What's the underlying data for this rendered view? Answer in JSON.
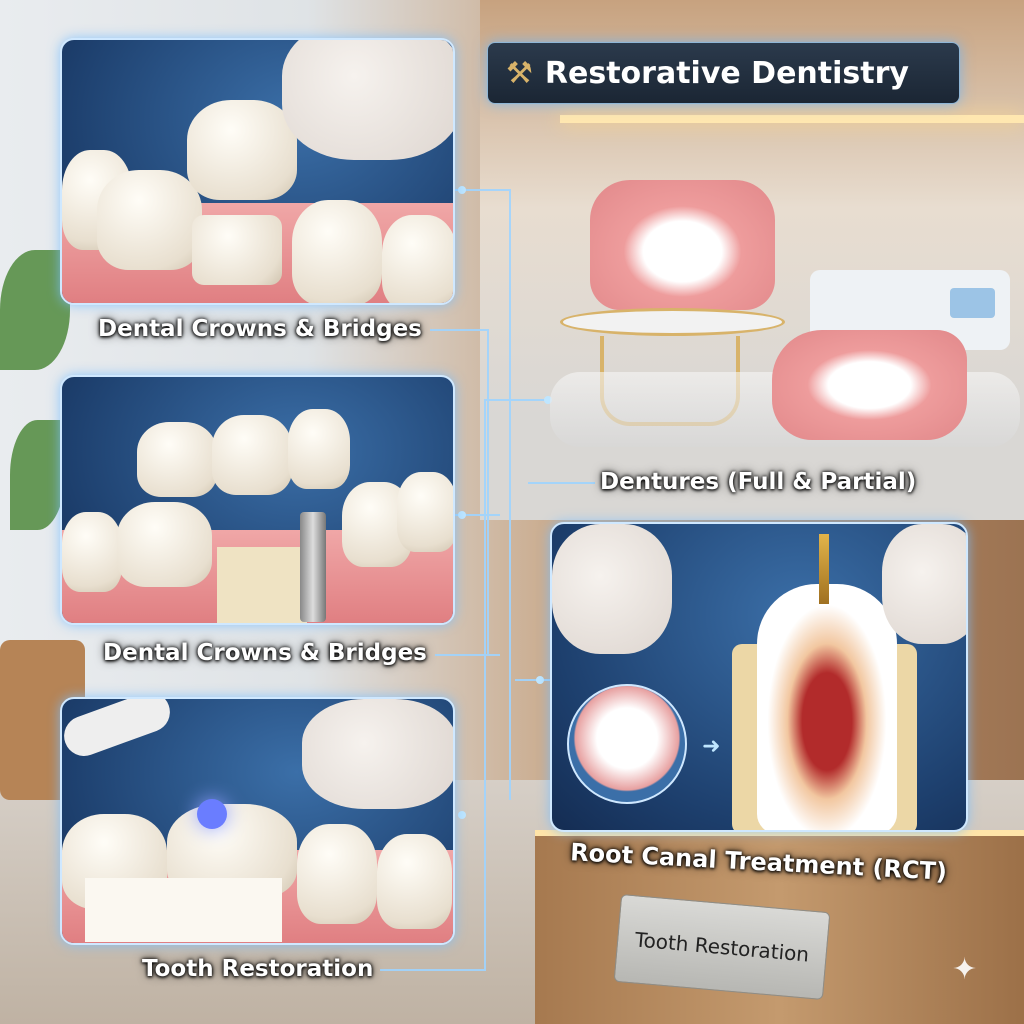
{
  "title": {
    "icon": "hammer-wrench-icon",
    "text": "Restorative Dentistry"
  },
  "panels": [
    {
      "label": "Dental Crowns & Bridges"
    },
    {
      "label": "Dental Crowns & Bridges"
    },
    {
      "label": "Tooth Restoration"
    },
    {
      "label": "Dentures (Full & Partial)"
    },
    {
      "label": "Root Canal Treatment (RCT)"
    }
  ],
  "plaque": {
    "text": "Tooth Restoration"
  },
  "colors": {
    "connector": "#9fd4ff",
    "panel_border": "#cfe8ff",
    "icon_gold": "#d8b36a"
  }
}
